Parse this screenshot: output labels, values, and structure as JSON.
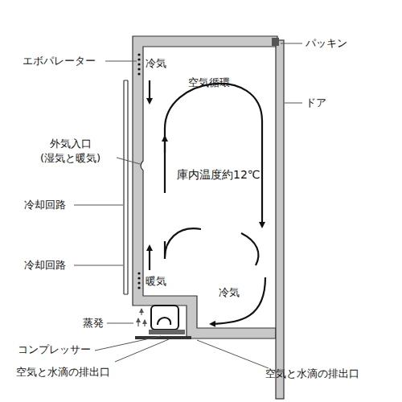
{
  "diagram": {
    "labels": [
      "エボパレーター",
      "冷気",
      "パッキン",
      "空気循環",
      "ドア",
      "外気入口",
      "(湿気と暖気)",
      "庫内温度約12℃",
      "冷却回路",
      "冷却回路",
      "暖気",
      "冷気",
      "蒸発",
      "コンプレッサー",
      "空気と水滴の排出口",
      "空気と水滴の排出口"
    ]
  }
}
